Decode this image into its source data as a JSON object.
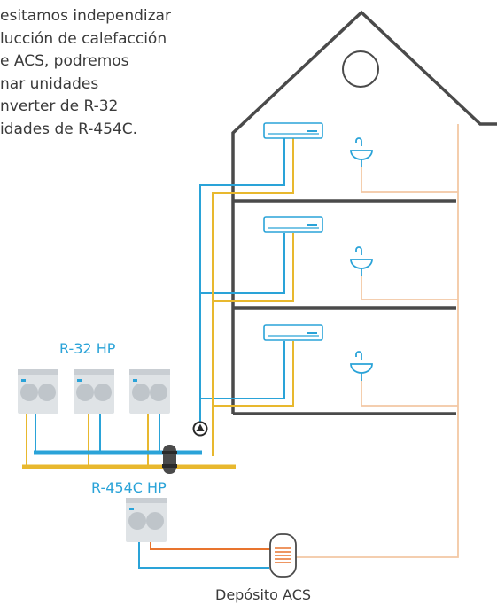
{
  "intro_lines": [
    "esitamos independizar",
    "lucción de calefacción",
    "e ACS, podremos",
    "nar unidades",
    "nverter de R-32",
    "idades de R-454C."
  ],
  "labels": {
    "r32": "R-32 HP",
    "r454c": "R-454C HP",
    "tank": "Depósito ACS"
  },
  "colors": {
    "blue_pipe": "#2aa3d8",
    "yellow_pipe": "#e8b82e",
    "orange_pipe": "#e8742e",
    "peach_pipe": "#f3c8a4",
    "house": "#4a4a4a"
  }
}
